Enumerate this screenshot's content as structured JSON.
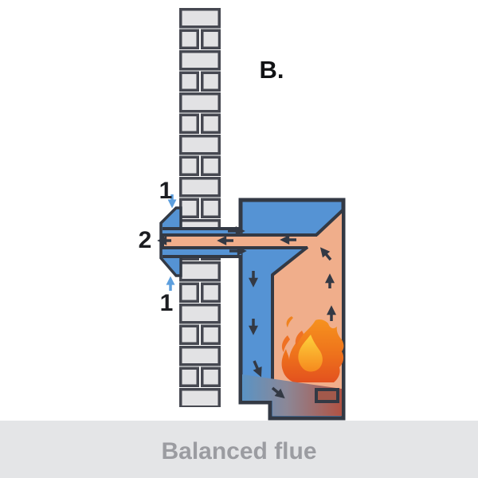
{
  "caption": {
    "title": "Balanced flue"
  },
  "diagram": {
    "variant_label": "B.",
    "callouts": {
      "air_inlet_top": "1",
      "flue_terminal": "2",
      "air_inlet_bottom": "1"
    }
  },
  "colors": {
    "background": "#ffffff",
    "outline": "#333944",
    "blue": "#5593d4",
    "light_blue_arrow": "#5d9fde",
    "peach": "#f0ae8b",
    "brick_fill": "#e2e2e4",
    "brick_stroke": "#464851",
    "flame_outer_top": "#f6921e",
    "flame_outer_bottom": "#e3511e",
    "flame_core_top": "#fdd13b",
    "flame_core_bottom": "#f6891e",
    "hearth_left": "#5a93c4",
    "hearth_mid": "#8c8796",
    "hearth_right": "#b05243",
    "burner_fill": "#a2594b",
    "caption_bg": "#e4e5e7",
    "caption_text": "#9b9ca1",
    "label_text": "#1c1d21"
  }
}
